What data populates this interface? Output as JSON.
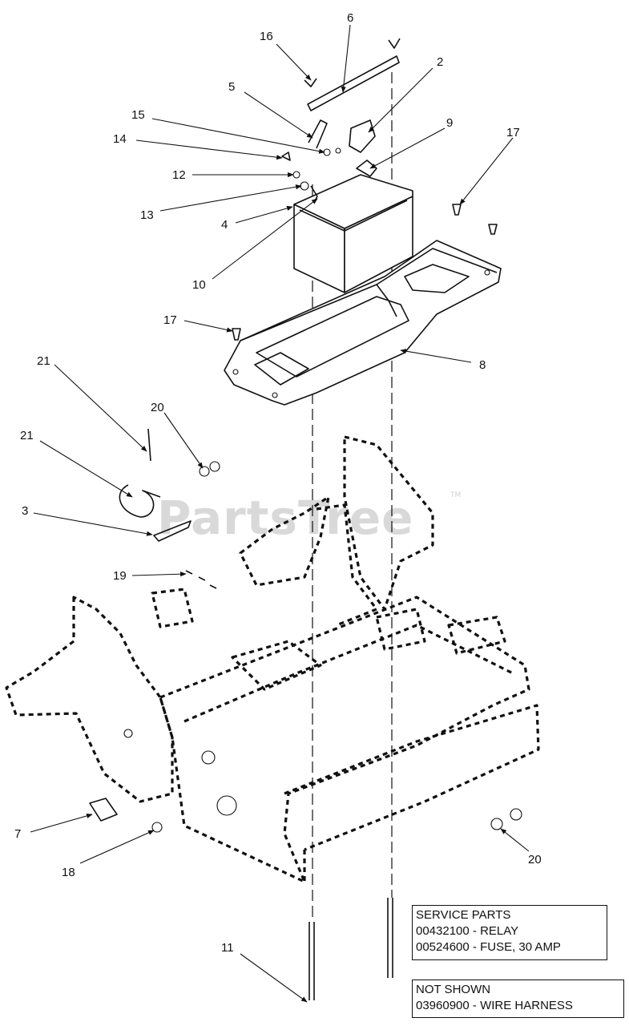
{
  "watermark": {
    "text": "PartsTree",
    "tm": "TM"
  },
  "callouts": [
    "6",
    "16",
    "2",
    "5",
    "15",
    "9",
    "14",
    "17",
    "12",
    "13",
    "4",
    "10",
    "17",
    "8",
    "21",
    "20",
    "21",
    "3",
    "19",
    "7",
    "18",
    "20",
    "11"
  ],
  "service_parts": {
    "title": "SERVICE PARTS",
    "lines": [
      "00432100 - RELAY",
      "00524600 - FUSE, 30 AMP"
    ]
  },
  "not_shown": {
    "title": "NOT SHOWN",
    "lines": [
      "03960900 - WIRE HARNESS"
    ]
  }
}
